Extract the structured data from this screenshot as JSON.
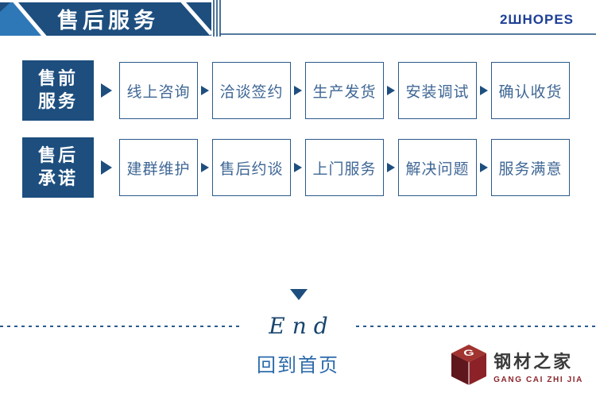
{
  "header": {
    "title": "售后服务",
    "brand": "2ШHOPES"
  },
  "flows": [
    {
      "label_line1": "售前",
      "label_line2": "服务",
      "steps": [
        "线上咨询",
        "洽谈签约",
        "生产发货",
        "安装调试",
        "确认收货"
      ]
    },
    {
      "label_line1": "售后",
      "label_line2": "承诺",
      "steps": [
        "建群维护",
        "售后约谈",
        "上门服务",
        "解决问题",
        "服务满意"
      ]
    }
  ],
  "footer": {
    "end_label": "End",
    "home_link": "回到首页"
  },
  "brand_footer": {
    "name": "钢材之家",
    "subtitle": "GANG CAI ZHI JIA",
    "letter": "G"
  },
  "colors": {
    "navy": "#1d4e7e",
    "accent_light_blue": "#2e78b8",
    "step_text": "#3f6795",
    "brand_blue": "#1d3f96",
    "link_blue": "#2d6bab",
    "logo_top_red": "#a1342f",
    "logo_left_red": "#5f161c",
    "logo_right_red": "#8c2227"
  }
}
